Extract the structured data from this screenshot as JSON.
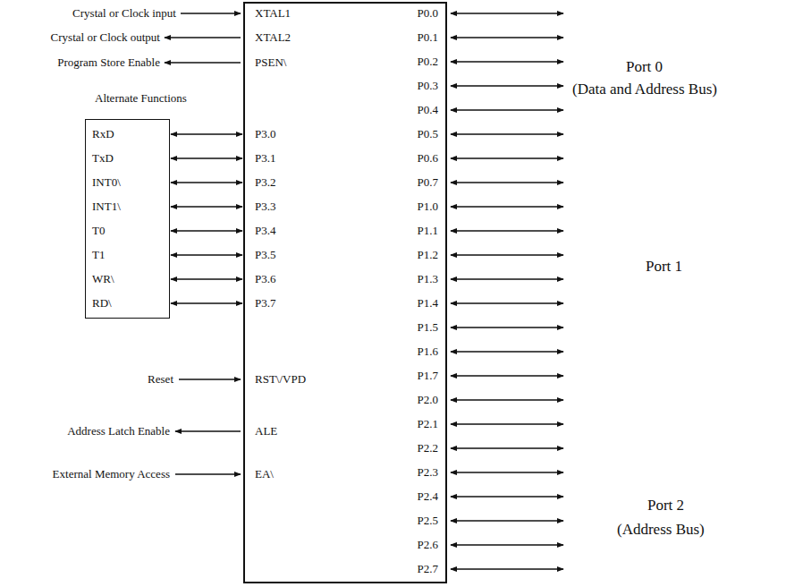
{
  "diagram": {
    "nodes": [
      {
        "text": [
          "XTAL1",
          "XTAL2",
          "PSEN\\",
          "P3.0",
          "P3.1",
          "P3.2",
          "P3.3",
          "P3.4",
          "P3.5",
          "P3.6",
          "P3.7",
          "RST\\/VPD",
          "ALE",
          "EA\\",
          "P0.0",
          "P0.1",
          "P0.2",
          "P0.3",
          "P0.4",
          "P0.5",
          "P0.6",
          "P0.7",
          "P1.0",
          "P1.1",
          "P1.2",
          "P1.3",
          "P1.4",
          "P1.5",
          "P1.6",
          "P1.7",
          "P2.0",
          "P2.1",
          "P2.2",
          "P2.3",
          "P2.4",
          "P2.5",
          "P2.6",
          "P2.7"
        ]
      },
      {
        "text": [
          "Alternate Functions",
          "RxD",
          "TxD",
          "INT0\\",
          "INT1\\",
          "T0",
          "T1",
          "WR\\",
          "RD\\"
        ]
      }
    ],
    "edges": [
      {
        "from": 1,
        "to": 0,
        "arrow": "both"
      },
      {
        "from": 1,
        "to": 0,
        "arrow": "both"
      },
      {
        "from": 1,
        "to": 0,
        "arrow": "both"
      },
      {
        "from": 1,
        "to": 0,
        "arrow": "both"
      },
      {
        "from": 1,
        "to": 0,
        "arrow": "both"
      },
      {
        "from": 1,
        "to": 0,
        "arrow": "both"
      },
      {
        "from": 1,
        "to": 0,
        "arrow": "both"
      },
      {
        "from": 1,
        "to": 0,
        "arrow": "both"
      }
    ],
    "labels": [
      "Crystal or Clock input",
      "Crystal or Clock output",
      "Program Store Enable",
      "Reset",
      "Address Latch Enable",
      "External Memory Access",
      "Port 0",
      "(Data and Address Bus)",
      "Port 1",
      "Port 2",
      "(Address Bus)"
    ]
  }
}
